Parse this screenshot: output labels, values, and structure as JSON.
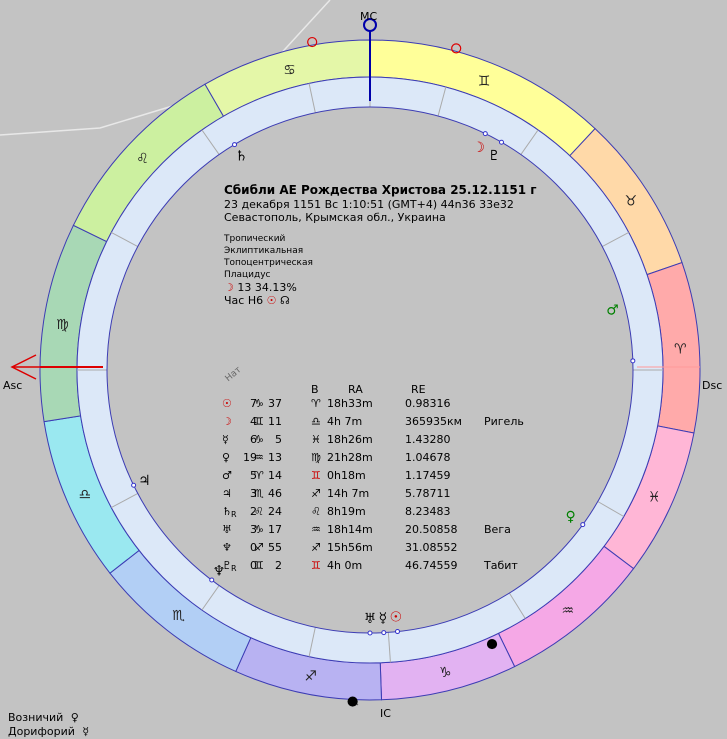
{
  "info": {
    "title": "Сбибли АЕ Рождества Христова 25.12.1151 г",
    "date_line": "23 декабря 1151  Вс   1:10:51 (GMT+4) 44n36  33e32",
    "place": "Севастополь, Крымская обл., Украина",
    "settings": [
      "Тропический",
      "Эклиптикальная",
      "Топоцентрическая",
      "Плацидус"
    ],
    "moon_phase": "13 34.13%",
    "moon_sym": "☽",
    "hour_label": "Час Н6",
    "hour_sym1": "☉",
    "hour_sym2": "☊"
  },
  "axes": {
    "asc": "Asc",
    "dsc": "Dsc",
    "mc": "MC",
    "ic": "IC"
  },
  "table": {
    "nat": "Нат",
    "headers": {
      "b": "B",
      "ra": "RA",
      "re": "RE"
    },
    "rows": [
      {
        "p": "☉",
        "deg": "7",
        "sign": "♑",
        "min": "37",
        "bsym": "♈",
        "ra": "18h33m",
        "re": "0.98316",
        "star": "",
        "pc": "#cc0000",
        "bc": "#000"
      },
      {
        "p": "☽",
        "deg": "4",
        "sign": "♊",
        "min": "11",
        "bsym": "♎",
        "ra": "4h 7m",
        "re": "365935км",
        "star": "Ригель",
        "pc": "#cc0000",
        "bc": "#000"
      },
      {
        "p": "☿",
        "deg": "6",
        "sign": "♑",
        "min": "5",
        "bsym": "♓",
        "ra": "18h26m",
        "re": "1.43280",
        "star": "",
        "pc": "#000",
        "bc": "#000"
      },
      {
        "p": "♀",
        "deg": "19",
        "sign": "♒",
        "min": "13",
        "bsym": "♍",
        "ra": "21h28m",
        "re": "1.04678",
        "star": "",
        "pc": "#000",
        "bc": "#000"
      },
      {
        "p": "♂",
        "deg": "5",
        "sign": "♈",
        "min": "14",
        "bsym": "♊",
        "ra": "0h18m",
        "re": "1.17459",
        "star": "",
        "pc": "#000",
        "bc": "#cc0000"
      },
      {
        "p": "♃",
        "deg": "3",
        "sign": "♏",
        "min": "46",
        "bsym": "♐",
        "ra": "14h 7m",
        "re": "5.78711",
        "star": "",
        "pc": "#000",
        "bc": "#000"
      },
      {
        "p": "♄",
        "deg": "2",
        "sign": "♌",
        "min": "24",
        "bsym": "♌",
        "ra": "8h19m",
        "re": "8.23483",
        "star": "",
        "pc": "#000",
        "bc": "#000",
        "r": "R"
      },
      {
        "p": "♅",
        "deg": "3",
        "sign": "♑",
        "min": "17",
        "bsym": "♒",
        "ra": "18h14m",
        "re": "20.50858",
        "star": "Вега",
        "pc": "#000",
        "bc": "#000"
      },
      {
        "p": "♆",
        "deg": "0",
        "sign": "♐",
        "min": "55",
        "bsym": "♐",
        "ra": "15h56m",
        "re": "31.08552",
        "star": "",
        "pc": "#000",
        "bc": "#000"
      },
      {
        "p": "♇",
        "deg": "0",
        "sign": "♊",
        "min": "2",
        "bsym": "♊",
        "ra": "4h 0m",
        "re": "46.74559",
        "star": "Табит",
        "pc": "#000",
        "bc": "#cc0000",
        "r": "R"
      }
    ]
  },
  "bottom": [
    {
      "label": "Возничий",
      "sym": "♀"
    },
    {
      "label": "Дорифорий",
      "sym": "☿"
    }
  ],
  "zodiac": [
    {
      "sym": "♊",
      "color": "#ffff99"
    },
    {
      "sym": "♉",
      "color": "#ffd9a8"
    },
    {
      "sym": "♈",
      "color": "#ffaaaa"
    },
    {
      "sym": "♓",
      "color": "#ffb6d6"
    },
    {
      "sym": "♒",
      "color": "#f5a8e6"
    },
    {
      "sym": "♑",
      "color": "#e2b2f2"
    },
    {
      "sym": "♐",
      "color": "#b8b2f2"
    },
    {
      "sym": "♏",
      "color": "#b2cff5"
    },
    {
      "sym": "♎",
      "color": "#9ae8f0"
    },
    {
      "sym": "♍",
      "color": "#a8d8b5"
    },
    {
      "sym": "♌",
      "color": "#ccf0a0"
    },
    {
      "sym": "♋",
      "color": "#e4f7a8"
    }
  ],
  "planets_on_wheel": [
    {
      "sym": "♄",
      "color": "#000"
    },
    {
      "sym": "☽",
      "color": "#cc0000"
    },
    {
      "sym": "♇",
      "color": "#000"
    },
    {
      "sym": "♂",
      "color": "#008000"
    },
    {
      "sym": "♀",
      "color": "#008000"
    },
    {
      "sym": "♅",
      "color": "#000"
    },
    {
      "sym": "☿",
      "color": "#000"
    },
    {
      "sym": "☉",
      "color": "#cc0000"
    },
    {
      "sym": "♆",
      "color": "#000"
    },
    {
      "sym": "♃",
      "color": "#000"
    }
  ]
}
